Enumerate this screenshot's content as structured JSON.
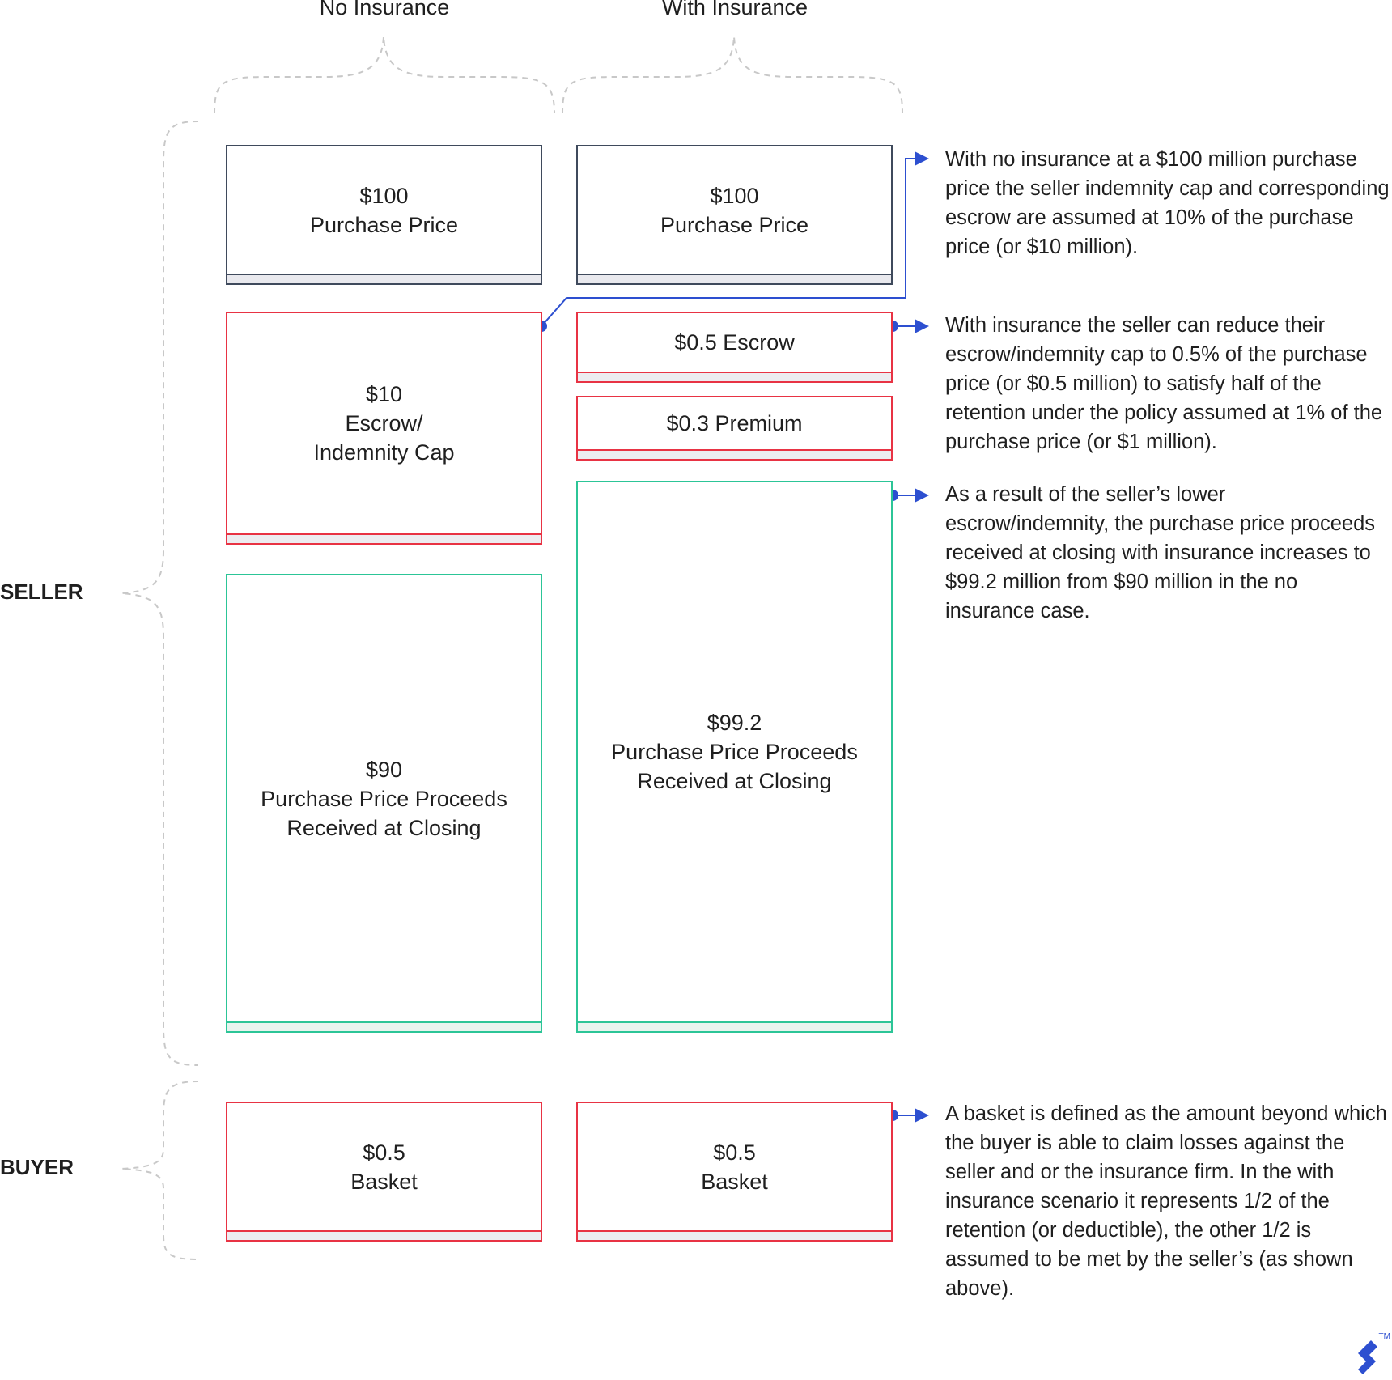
{
  "columns": {
    "no_insurance": "No Insurance",
    "with_insurance": "With Insurance"
  },
  "groups": {
    "seller": "SELLER",
    "buyer": "BUYER"
  },
  "boxes": {
    "no_insurance": {
      "purchase_price": {
        "amount": "$100",
        "label": "Purchase Price"
      },
      "escrow": {
        "amount": "$10",
        "line1": "Escrow/",
        "line2": "Indemnity Cap"
      },
      "proceeds": {
        "amount": "$90",
        "line1": "Purchase Price Proceeds",
        "line2": "Received at Closing"
      },
      "basket": {
        "amount": "$0.5",
        "label": "Basket"
      }
    },
    "with_insurance": {
      "purchase_price": {
        "amount": "$100",
        "label": "Purchase Price"
      },
      "escrow": {
        "label": "$0.5 Escrow"
      },
      "premium": {
        "label": "$0.3 Premium"
      },
      "proceeds": {
        "amount": "$99.2",
        "line1": "Purchase Price Proceeds",
        "line2": "Received at Closing"
      },
      "basket": {
        "amount": "$0.5",
        "label": "Basket"
      }
    }
  },
  "notes": {
    "note1": "With no insurance at a $100 million purchase price the seller indemnity cap and corresponding escrow are assumed at 10% of the purchase price (or $10 million).",
    "note2": "With insurance the seller can reduce their escrow/indemnity cap to 0.5% of the purchase price (or $0.5 million) to satisfy half of the retention under the policy assumed at 1% of the purchase price (or $1 million).",
    "note3": "As a result of the seller’s lower escrow/indemnity, the purchase price proceeds received at closing with insurance increases to $99.2 million from $90 million in the no insurance case.",
    "note4": "A basket is defined as the amount beyond which the buyer is able to claim losses against the seller and or the insurance firm. In the with insurance scenario it represents 1/2 of the retention (or deductible), the other 1/2 is assumed to be met by the seller’s (as shown above)."
  },
  "logo": {
    "trademark": "TM"
  },
  "colors": {
    "dark": "#3f4a5c",
    "red": "#e83344",
    "green": "#2cc597",
    "connector": "#2d4fd0",
    "brace": "#c8c8c8"
  }
}
